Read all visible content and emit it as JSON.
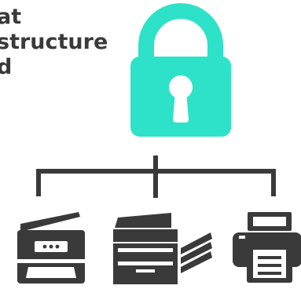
{
  "headline": {
    "lines": [
      "at",
      "structure",
      "d"
    ]
  },
  "colors": {
    "lock": "#2de2c9",
    "ink": "#3a3a3a",
    "background": "#ffffff"
  },
  "icons": {
    "lock": "padlock-icon",
    "tree": "network-connector-icon",
    "devices": [
      "multifunction-printer-icon",
      "copier-icon",
      "desktop-printer-icon"
    ]
  }
}
